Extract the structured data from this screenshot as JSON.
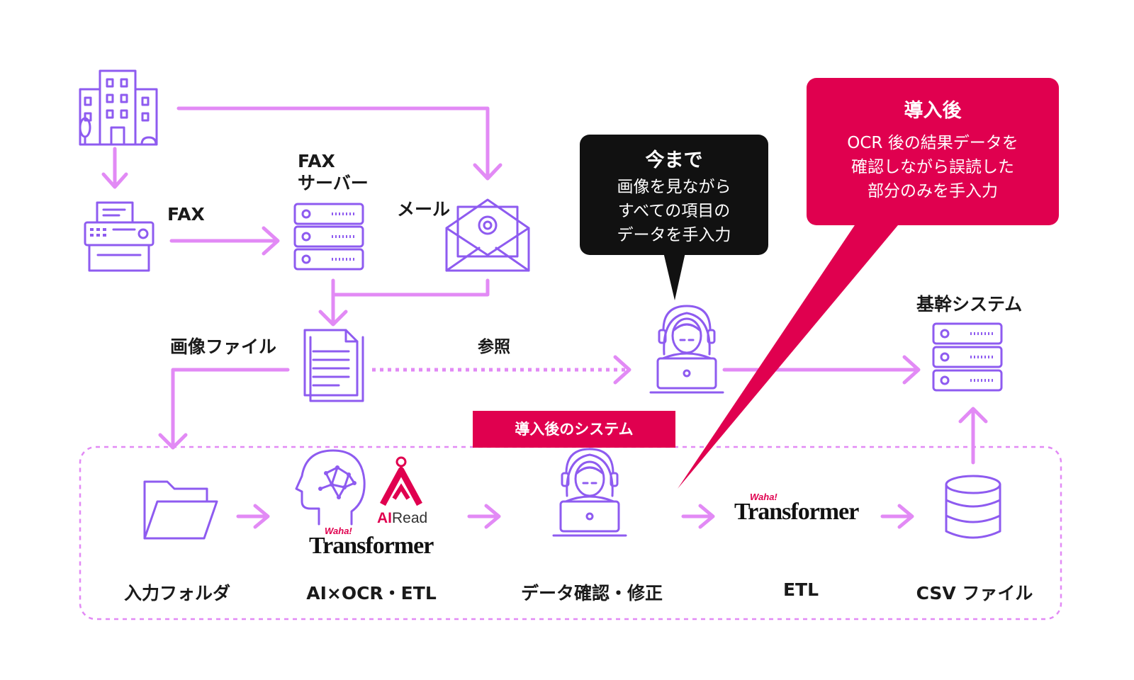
{
  "colors": {
    "icon": "#8e5bf0",
    "arrow": "#e28af5",
    "accent": "#e0004f",
    "dark_bubble": "#111111"
  },
  "labels": {
    "fax": "FAX",
    "fax_server": "FAX\nサーバー",
    "mail": "メール",
    "image_file": "画像ファイル",
    "reference": "参照",
    "core_system": "基幹システム",
    "input_folder": "入力フォルダ",
    "ai_ocr_etl": "AI×OCR・ETL",
    "data_check": "データ確認・修正",
    "etl": "ETL",
    "csv_file": "CSV ファイル"
  },
  "before_bubble": {
    "title": "今まで",
    "body": "画像を見ながら\nすべての項目の\nデータを手入力"
  },
  "after_bubble": {
    "title": "導入後",
    "body": "OCR 後の結果データを\n確認しながら誤読した\n部分のみを手入力"
  },
  "system_tag": "導入後のシステム",
  "logos": {
    "transformer_prefix": "Waha!",
    "transformer_name": "Transformer",
    "airead_ai": "AI",
    "airead_read": "Read"
  },
  "icons": [
    "building-icon",
    "fax-icon",
    "server-icon",
    "mail-icon",
    "document-icon",
    "operator-icon",
    "folder-icon",
    "ai-brain-icon",
    "database-icon"
  ]
}
